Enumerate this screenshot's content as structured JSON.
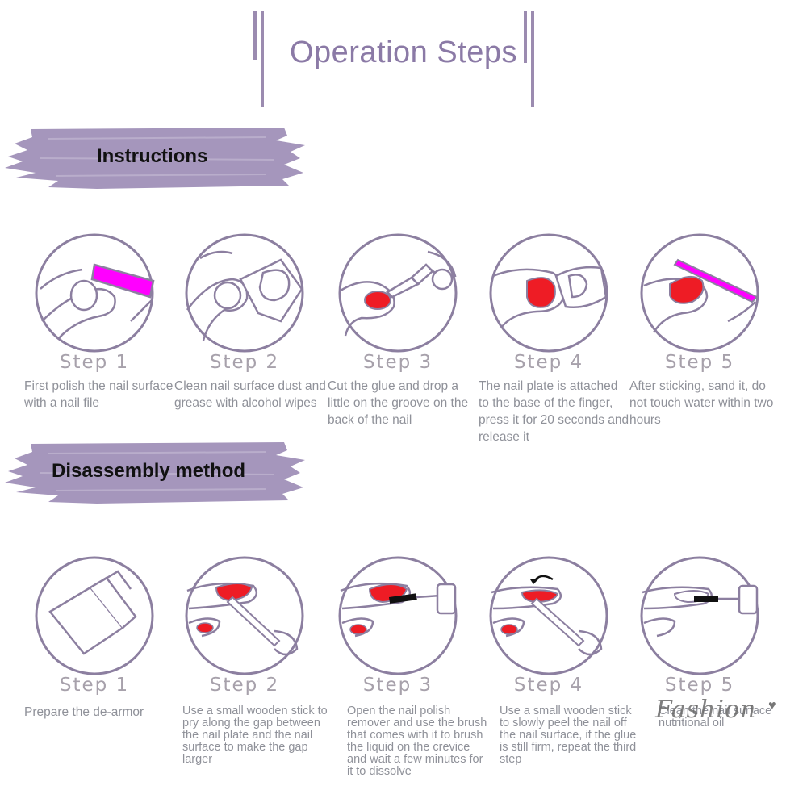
{
  "title": "Operation Steps",
  "sections": {
    "instructions": {
      "label": "Instructions",
      "steps": [
        {
          "label": "Step 1",
          "desc": "First polish the nail surface with a nail file"
        },
        {
          "label": "Step 2",
          "desc": "Clean nail surface dust and grease with alcohol wipes"
        },
        {
          "label": "Step 3",
          "desc": "Cut the glue and drop a little on the groove on the back of the nail"
        },
        {
          "label": "Step 4",
          "desc": "The nail plate is attached to the base of the finger, press it for 20 seconds and release it"
        },
        {
          "label": "Step 5",
          "desc": "After sticking, sand it, do not touch water within two hours"
        }
      ]
    },
    "disassembly": {
      "label": "Disassembly method",
      "steps": [
        {
          "label": "Step 1",
          "desc": "Prepare the de-armor"
        },
        {
          "label": "Step 2",
          "desc": "Use a small wooden stick to pry along the gap between the nail plate and the nail surface to make the gap larger"
        },
        {
          "label": "Step 3",
          "desc": "Open the nail polish remover and use the brush that comes with it to brush the liquid on the crevice and wait a few minutes for it to dissolve"
        },
        {
          "label": "Step 4",
          "desc": "Use a small wooden stick to slowly peel the nail off the nail surface, if the glue is still firm, repeat the third step"
        },
        {
          "label": "Step 5",
          "desc": "Clean the nail surface nutritional oil"
        }
      ]
    }
  },
  "watermark": "Fashion",
  "colors": {
    "accent": "#9b8bb0",
    "nail_red": "#ee1c25",
    "nail_magenta": "#ff00ff",
    "outline": "#8c7fa0"
  }
}
